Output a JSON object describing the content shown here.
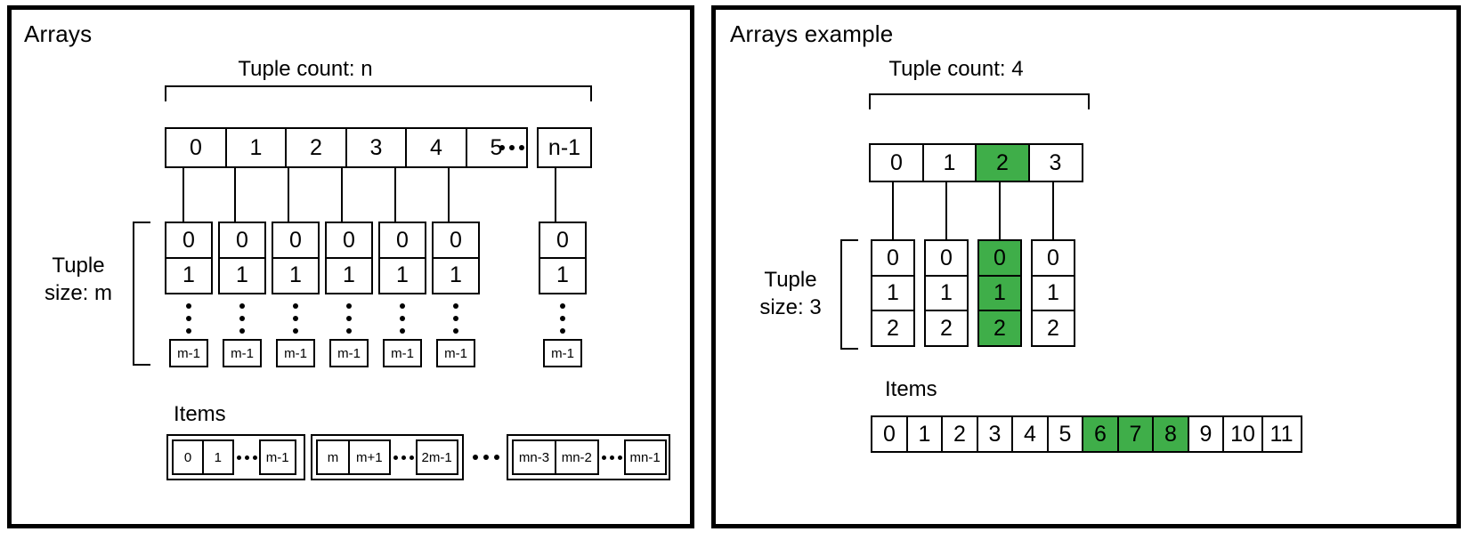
{
  "left_panel": {
    "title": "Arrays",
    "tuple_count_label": "Tuple count: n",
    "tuple_size_label_line1": "Tuple",
    "tuple_size_label_line2": "size: m",
    "index_row": [
      "0",
      "1",
      "2",
      "3",
      "4",
      "5"
    ],
    "index_row_last": "n-1",
    "tuple_cells_top": [
      "0",
      "1"
    ],
    "tuple_cell_bottom": "m-1",
    "items_label": "Items",
    "item_groups": [
      {
        "cells": [
          "0",
          "1"
        ],
        "last": "m-1"
      },
      {
        "cells": [
          "m",
          "m+1"
        ],
        "last": "2m-1"
      },
      {
        "cells": [
          "mn-3",
          "mn-2"
        ],
        "last": "mn-1"
      }
    ]
  },
  "right_panel": {
    "title": "Arrays example",
    "tuple_count_label": "Tuple count: 4",
    "tuple_size_label_line1": "Tuple",
    "tuple_size_label_line2": "size: 3",
    "index_row": [
      "0",
      "1",
      "2",
      "3"
    ],
    "highlighted_index": 2,
    "tuple_cells": [
      "0",
      "1",
      "2"
    ],
    "highlighted_tuple_column": 2,
    "items_label": "Items",
    "items": [
      "0",
      "1",
      "2",
      "3",
      "4",
      "5",
      "6",
      "7",
      "8",
      "9",
      "10",
      "11"
    ],
    "highlighted_items": [
      6,
      7,
      8
    ]
  },
  "colors": {
    "highlight_green": "#3fae49",
    "stroke": "#000000",
    "background": "#ffffff"
  }
}
